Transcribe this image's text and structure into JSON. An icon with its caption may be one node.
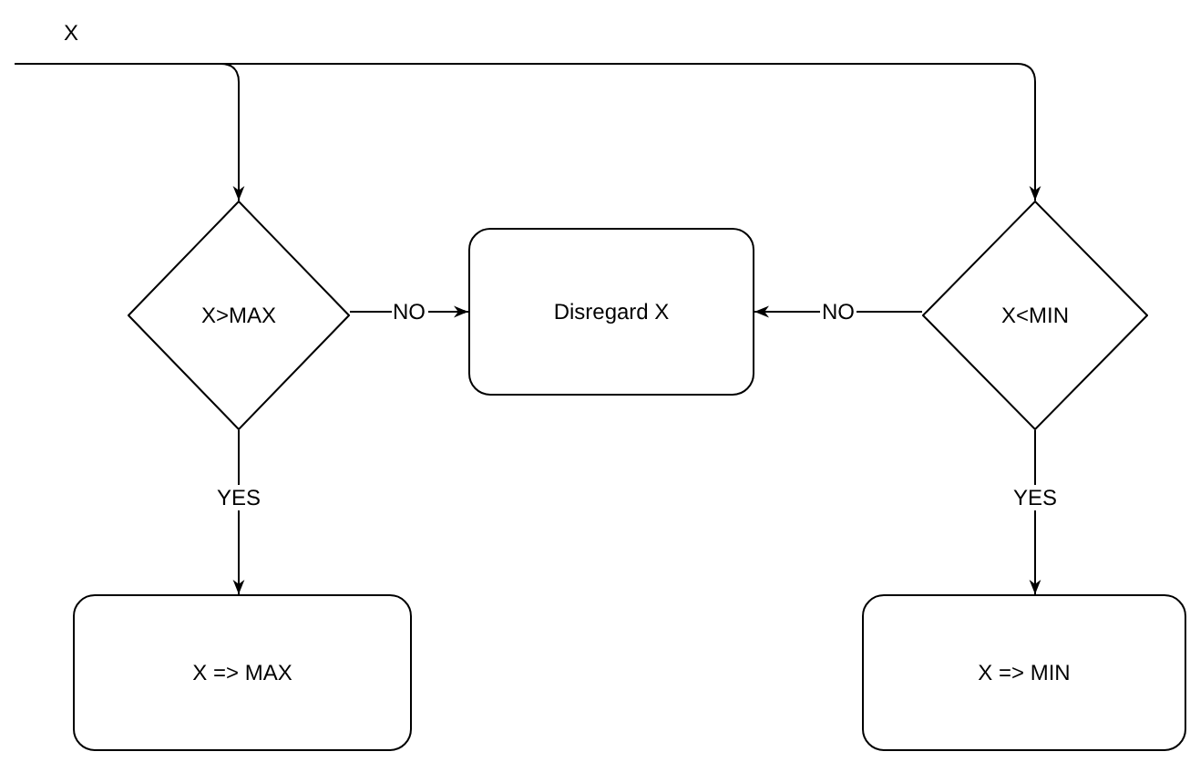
{
  "diagram": {
    "nodes": [
      {
        "text": [
          "X"
        ]
      },
      {
        "text": [
          "X>MAX"
        ]
      },
      {
        "text": [
          "Disregard X"
        ]
      },
      {
        "text": [
          "X<MIN"
        ]
      },
      {
        "text": [
          "X => MAX"
        ]
      },
      {
        "text": [
          "X => MIN"
        ]
      }
    ],
    "edges": [
      {
        "from": 0,
        "to": 1,
        "arrow": "to"
      },
      {
        "from": 0,
        "to": 3,
        "arrow": "to"
      },
      {
        "from": 1,
        "to": 2,
        "arrow": "to",
        "label": "NO"
      },
      {
        "from": 3,
        "to": 2,
        "arrow": "to",
        "label": "NO"
      },
      {
        "from": 1,
        "to": 4,
        "arrow": "to",
        "label": "YES"
      },
      {
        "from": 3,
        "to": 5,
        "arrow": "to",
        "label": "YES"
      }
    ]
  }
}
